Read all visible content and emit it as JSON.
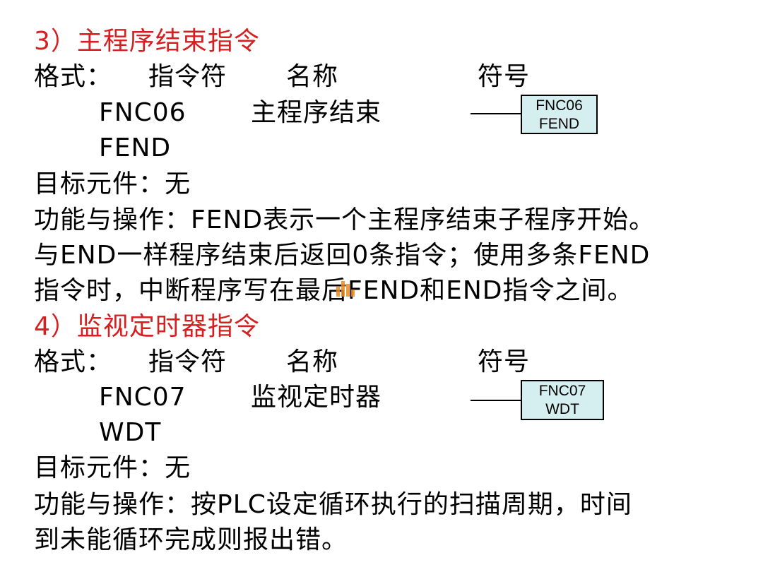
{
  "section3": {
    "heading": "3）主程序结束指令",
    "format_label": "格式：",
    "col_mnemonic": "指令符",
    "col_name": "名称",
    "col_symbol": "符号",
    "code": "FNC06",
    "name": "主程序结束",
    "mnemonic": "FEND",
    "symbol_line1": "FNC06",
    "symbol_line2": "FEND",
    "target": "目标元件：无",
    "desc1": "功能与操作：FEND表示一个主程序结束子程序开始。",
    "desc2": "与END一样程序结束后返回0条指令；使用多条FEND",
    "desc3": "指令时，中断程序写在最后FEND和END指令之间。"
  },
  "section4": {
    "heading": "4）监视定时器指令",
    "format_label": "格式：",
    "col_mnemonic": "指令符",
    "col_name": "名称",
    "col_symbol": "符号",
    "code": "FNC07",
    "name": "监视定时器",
    "mnemonic": "WDT",
    "symbol_line1": "FNC07",
    "symbol_line2": "WDT",
    "target": "目标元件：无",
    "desc1": "功能与操作：按PLC设定循环执行的扫描周期，时间",
    "desc2": "到未能循环完成则报出错。"
  },
  "colors": {
    "heading": "#d42020",
    "symbol_fill": "#d5eef0"
  }
}
